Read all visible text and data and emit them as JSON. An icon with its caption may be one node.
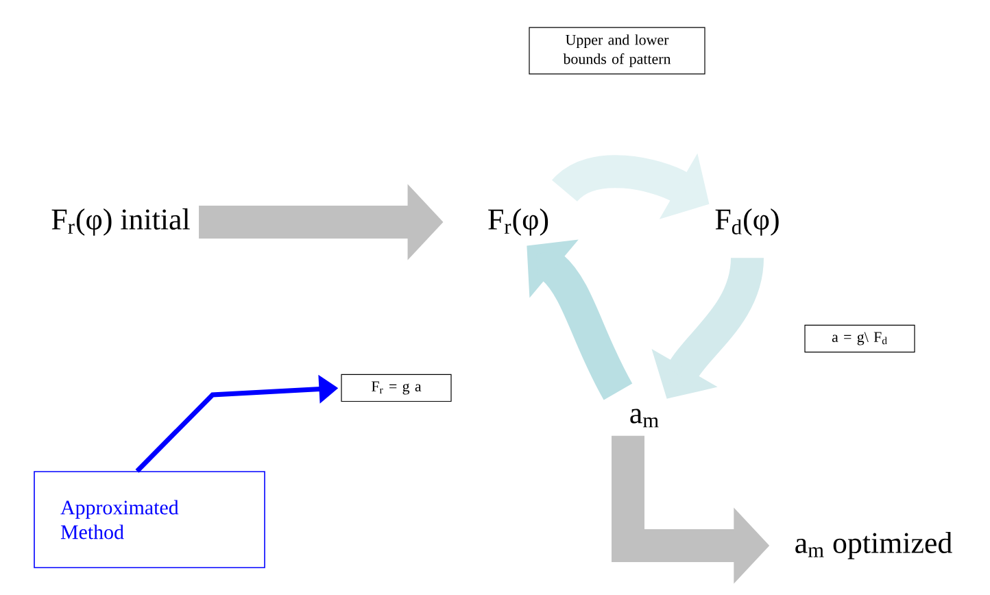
{
  "diagram": {
    "nodes": [
      {
        "text": [
          "Upper and lower bounds of pattern"
        ]
      },
      {
        "text": [
          "F$_{r}$(φ) initial"
        ]
      },
      {
        "text": [
          "F$_{r}$(φ)"
        ]
      },
      {
        "text": [
          "F$_{d}$(φ)"
        ]
      },
      {
        "text": [
          "a = g\\ F$_{d}$"
        ]
      },
      {
        "text": [
          "F$_{r}$ = g a"
        ]
      },
      {
        "text": [
          "a$_{m}$"
        ]
      },
      {
        "text": [
          "Approximated Method"
        ]
      },
      {
        "text": [
          "a$_{m}$ optimized"
        ]
      }
    ],
    "edges": [
      {
        "from": 1,
        "to": 2,
        "arrow": "to",
        "color": "#c0c0c0"
      },
      {
        "from": 2,
        "to": 3,
        "arrow": "to",
        "color": "#e2f2f3"
      },
      {
        "from": 3,
        "to": 6,
        "arrow": "to",
        "color": "#d3eaec"
      },
      {
        "from": 6,
        "to": 2,
        "arrow": "to",
        "color": "#b9dfe3"
      },
      {
        "from": 6,
        "to": 8,
        "arrow": "to",
        "color": "#c0c0c0"
      },
      {
        "from": 7,
        "to": 5,
        "arrow": "to",
        "color": "#0000ff"
      }
    ]
  }
}
